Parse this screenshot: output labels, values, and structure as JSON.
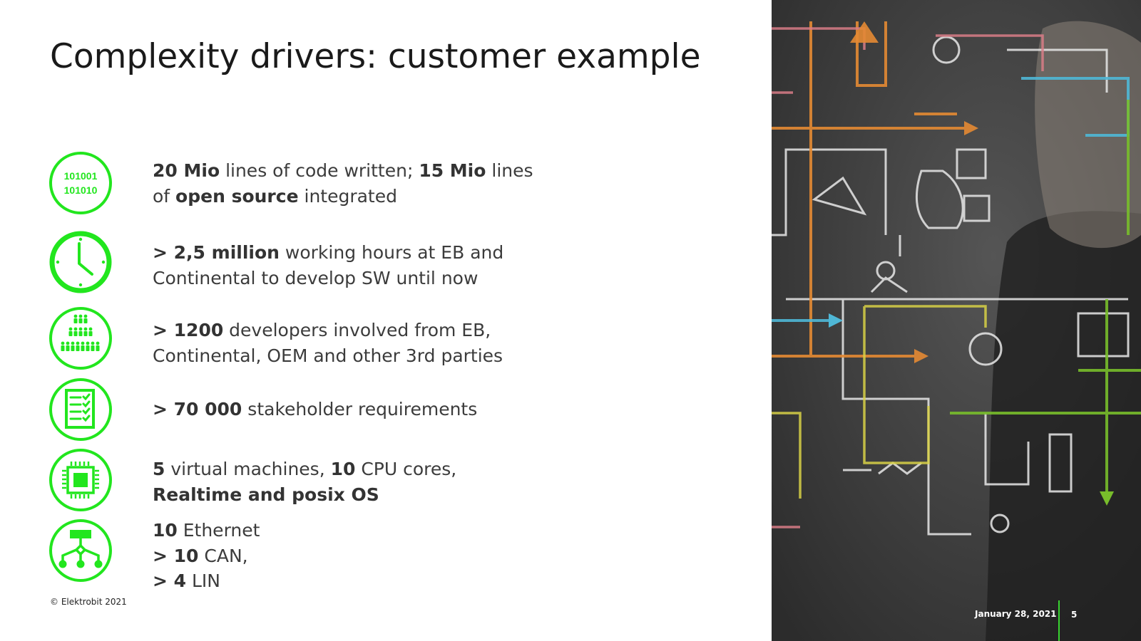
{
  "title": "Complexity drivers: customer example",
  "items": [
    {
      "icon": "binary-icon",
      "binary_line1": "101001",
      "binary_line2": "101010",
      "l1a": "20 Mio",
      "l1b": " lines of code written; ",
      "l1c": "15 Mio",
      "l1d": " lines",
      "l2a": "of ",
      "l2b": "open source",
      "l2c": " integrated"
    },
    {
      "icon": "clock-icon",
      "l1a": "> 2,5 million",
      "l1b": " working hours at EB and",
      "l2": "Continental to develop SW until now"
    },
    {
      "icon": "people-group-icon",
      "l1a": "> 1200",
      "l1b": " developers involved from EB,",
      "l2": "Continental,  OEM and other 3rd parties"
    },
    {
      "icon": "checklist-icon",
      "l1a": "> 70 000",
      "l1b": " stakeholder requirements"
    },
    {
      "icon": "cpu-chip-icon",
      "l1a": "5",
      "l1b": " virtual machines, ",
      "l1c": "10",
      "l1d": " CPU cores,",
      "l2": "Realtime and posix OS"
    },
    {
      "icon": "network-icon",
      "l1a": "10",
      "l1b": " Ethernet",
      "l2a": "> 10",
      "l2b": " CAN,",
      "l3a": "> 4",
      "l3b": " LIN"
    }
  ],
  "footer": {
    "copyright": "© Elektrobit 2021",
    "date": "January 28, 2021",
    "page": "5"
  },
  "colors": {
    "accent": "#22e61e",
    "text": "#3c3c3c",
    "chalkboard": "#3a3a3a"
  }
}
